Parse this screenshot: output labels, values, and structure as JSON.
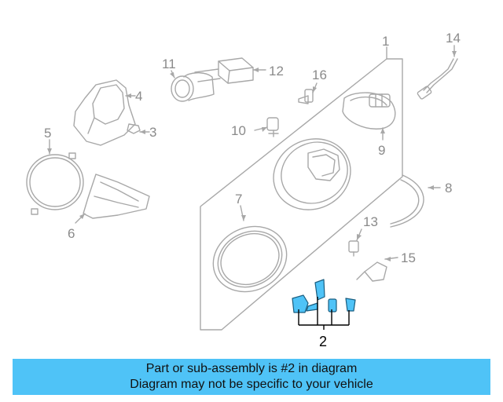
{
  "diagram": {
    "callouts": {
      "c1": "1",
      "c2": "2",
      "c3": "3",
      "c4": "4",
      "c5": "5",
      "c6": "6",
      "c7": "7",
      "c8": "8",
      "c9": "9",
      "c10": "10",
      "c11": "11",
      "c12": "12",
      "c13": "13",
      "c14": "14",
      "c15": "15",
      "c16": "16"
    },
    "colors": {
      "line": "#a8a8a8",
      "highlight": "#4fc3f7",
      "highlight_stroke": "#1a5e80",
      "callout_highlight": "#000000"
    }
  },
  "banner": {
    "line1": "Part or sub-assembly is #2 in diagram",
    "line2": "Diagram may not be specific to your vehicle",
    "color": "#4fc3f7"
  }
}
